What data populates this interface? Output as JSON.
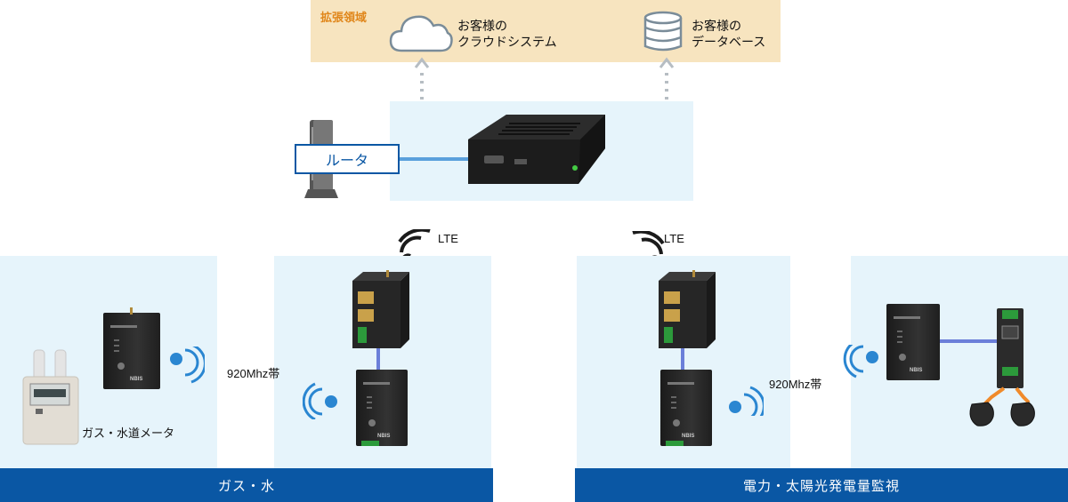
{
  "extension": {
    "title": "拡張領域",
    "cloud_label_line1": "お客様の",
    "cloud_label_line2": "クラウドシステム",
    "db_label_line1": "お客様の",
    "db_label_line2": "データベース"
  },
  "router": {
    "label": "ルータ"
  },
  "lte": {
    "left": "LTE",
    "right": "LTE"
  },
  "band_freq": {
    "left": "920Mhz帯",
    "right": "920Mhz帯"
  },
  "meter": {
    "label": "ガス・水道メータ"
  },
  "device_brand": "NBIS",
  "sections": {
    "left": "ガス・水",
    "right": "電力・太陽光発電量監視"
  },
  "colors": {
    "band": "#0a57a4",
    "panel": "#e6f4fb",
    "extension_bg": "#f7e4bf",
    "extension_title": "#e0861a",
    "link_blue": "#5aa0dc",
    "wireless": "#2a86d1"
  }
}
